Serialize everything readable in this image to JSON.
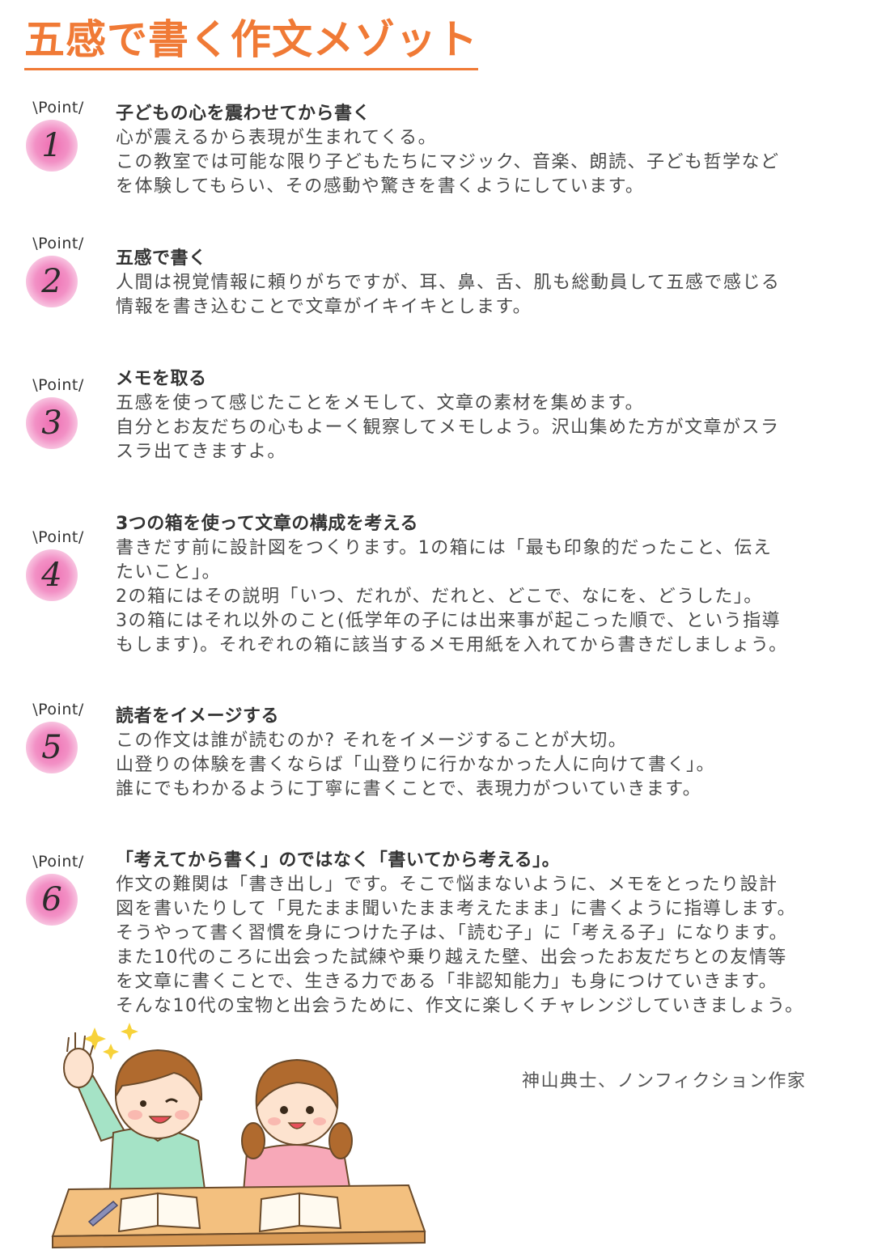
{
  "title": "五感で書く作文メゾット",
  "badge_label": "\\Point/",
  "points": [
    {
      "number": "1",
      "heading": "子どもの心を震わせてから書く",
      "lines": [
        "心が震えるから表現が生まれてくる。",
        "この教室では可能な限り子どもたちにマジック、音楽、朗読、子ども哲学など",
        "を体験してもらい、その感動や驚きを書くようにしています。"
      ]
    },
    {
      "number": "2",
      "heading": "五感で書く",
      "lines": [
        "人間は視覚情報に頼りがちですが、耳、鼻、舌、肌も総動員して五感で感じる",
        "情報を書き込むことで文章がイキイキとします。"
      ]
    },
    {
      "number": "3",
      "heading": "メモを取る",
      "lines": [
        "五感を使って感じたことをメモして、文章の素材を集めます。",
        "自分とお友だちの心もよーく観察してメモしよう。沢山集めた方が文章がスラ",
        "スラ出てきますよ。"
      ]
    },
    {
      "number": "4",
      "heading": "3つの箱を使って文章の構成を考える",
      "lines": [
        "書きだす前に設計図をつくります。1の箱には「最も印象的だったこと、伝え",
        "たいこと」。",
        "2の箱にはその説明「いつ、だれが、だれと、どこで、なにを、どうした」。",
        "3の箱にはそれ以外のこと(低学年の子には出来事が起こった順で、という指導",
        "もします)。それぞれの箱に該当するメモ用紙を入れてから書きだしましょう。"
      ]
    },
    {
      "number": "5",
      "heading": "読者をイメージする",
      "lines": [
        "この作文は誰が読むのか? それをイメージすることが大切。",
        "山登りの体験を書くならば「山登りに行かなかった人に向けて書く」。",
        "誰にでもわかるように丁寧に書くことで、表現力がついていきます。"
      ]
    },
    {
      "number": "6",
      "heading": "「考えてから書く」のではなく「書いてから考える」。",
      "lines": [
        "作文の難関は「書き出し」です。そこで悩まないように、メモをとったり設計",
        "図を書いたりして「見たまま聞いたまま考えたまま」に書くように指導します。",
        "そうやって書く習慣を身につけた子は、「読む子」に「考える子」になります。",
        "また10代のころに出会った試練や乗り越えた壁、出会ったお友だちとの友情等",
        "を文章に書くことで、生きる力である「非認知能力」も身につけていきます。",
        "そんな10代の宝物と出会うために、作文に楽しくチャレンジしていきましょう。"
      ]
    }
  ],
  "author": "神山典士、ノンフィクション作家",
  "colors": {
    "title": "#f07a36",
    "badge_pink": "#ee6fb2"
  }
}
